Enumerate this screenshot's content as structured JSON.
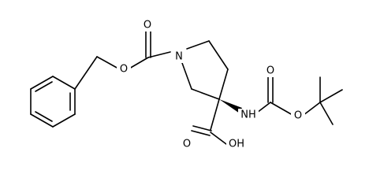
{
  "structure": {
    "atom_labels": {
      "n_ring": "N",
      "o_carbonyl_cbz": "O",
      "o_ester_cbz": "O",
      "nh_amide": "NH",
      "o_carbonyl_boc": "O",
      "o_ester_boc": "O",
      "o_carbonyl_acid": "O",
      "oh_acid": "OH"
    }
  }
}
